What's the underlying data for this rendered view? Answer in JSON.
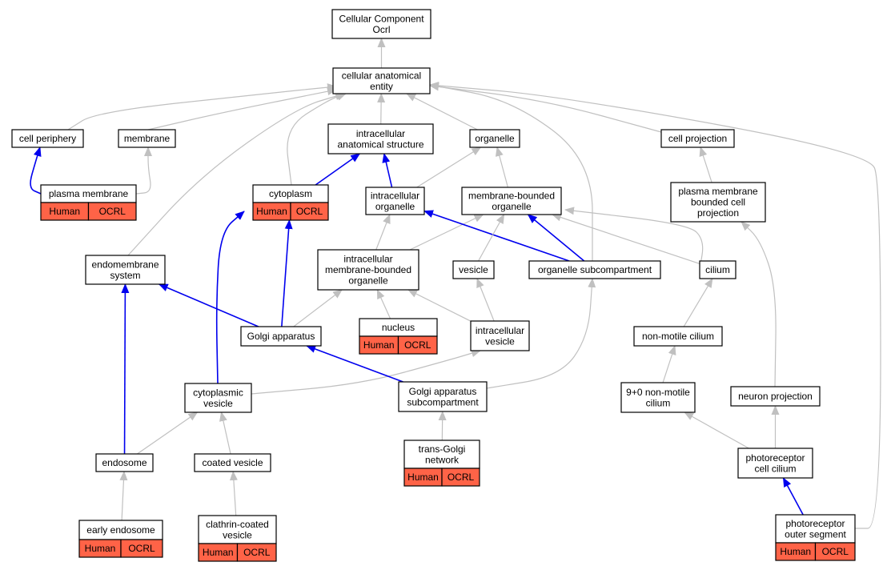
{
  "colors": {
    "edge_is_a": "#c0c0c0",
    "edge_part_of": "#0000ee",
    "annotation_fill": "#ff6347",
    "node_fill": "#ffffff",
    "node_border": "#000000"
  },
  "annotation_labels": {
    "species": "Human",
    "gene": "OCRL"
  },
  "nodes": [
    {
      "id": "root",
      "lines": [
        "Cellular Component",
        "Ocrl"
      ],
      "annotated": false
    },
    {
      "id": "cae",
      "lines": [
        "cellular anatomical",
        "entity"
      ],
      "annotated": false
    },
    {
      "id": "cp",
      "lines": [
        "cell periphery"
      ],
      "annotated": false
    },
    {
      "id": "mem",
      "lines": [
        "membrane"
      ],
      "annotated": false
    },
    {
      "id": "ias",
      "lines": [
        "intracellular",
        "anatomical structure"
      ],
      "annotated": false
    },
    {
      "id": "org",
      "lines": [
        "organelle"
      ],
      "annotated": false
    },
    {
      "id": "cproj",
      "lines": [
        "cell projection"
      ],
      "annotated": false
    },
    {
      "id": "pm",
      "lines": [
        "plasma membrane"
      ],
      "annotated": true
    },
    {
      "id": "cyto",
      "lines": [
        "cytoplasm"
      ],
      "annotated": true
    },
    {
      "id": "io",
      "lines": [
        "intracellular",
        "organelle"
      ],
      "annotated": false
    },
    {
      "id": "mbo",
      "lines": [
        "membrane-bounded",
        "organelle"
      ],
      "annotated": false
    },
    {
      "id": "pmbcp",
      "lines": [
        "plasma membrane",
        "bounded cell",
        "projection"
      ],
      "annotated": false
    },
    {
      "id": "ems",
      "lines": [
        "endomembrane",
        "system"
      ],
      "annotated": false
    },
    {
      "id": "imbo",
      "lines": [
        "intracellular",
        "membrane-bounded",
        "organelle"
      ],
      "annotated": false
    },
    {
      "id": "ves",
      "lines": [
        "vesicle"
      ],
      "annotated": false
    },
    {
      "id": "osc",
      "lines": [
        "organelle subcompartment"
      ],
      "annotated": false
    },
    {
      "id": "cil",
      "lines": [
        "cilium"
      ],
      "annotated": false
    },
    {
      "id": "golgi",
      "lines": [
        "Golgi apparatus"
      ],
      "annotated": false
    },
    {
      "id": "nuc",
      "lines": [
        "nucleus"
      ],
      "annotated": true
    },
    {
      "id": "iv",
      "lines": [
        "intracellular",
        "vesicle"
      ],
      "annotated": false
    },
    {
      "id": "nmc",
      "lines": [
        "non-motile cilium"
      ],
      "annotated": false
    },
    {
      "id": "cv",
      "lines": [
        "cytoplasmic",
        "vesicle"
      ],
      "annotated": false
    },
    {
      "id": "gas",
      "lines": [
        "Golgi apparatus",
        "subcompartment"
      ],
      "annotated": false
    },
    {
      "id": "nmc90",
      "lines": [
        "9+0 non-motile",
        "cilium"
      ],
      "annotated": false
    },
    {
      "id": "np",
      "lines": [
        "neuron projection"
      ],
      "annotated": false
    },
    {
      "id": "endo",
      "lines": [
        "endosome"
      ],
      "annotated": false
    },
    {
      "id": "coat",
      "lines": [
        "coated vesicle"
      ],
      "annotated": false
    },
    {
      "id": "tgn",
      "lines": [
        "trans-Golgi",
        "network"
      ],
      "annotated": true
    },
    {
      "id": "pcc",
      "lines": [
        "photoreceptor",
        "cell cilium"
      ],
      "annotated": false
    },
    {
      "id": "ee",
      "lines": [
        "early endosome"
      ],
      "annotated": true
    },
    {
      "id": "ccv",
      "lines": [
        "clathrin-coated",
        "vesicle"
      ],
      "annotated": true
    },
    {
      "id": "pos",
      "lines": [
        "photoreceptor",
        "outer segment"
      ],
      "annotated": true
    }
  ],
  "edges": [
    {
      "from": "cae",
      "to": "root",
      "type": "is_a"
    },
    {
      "from": "cp",
      "to": "cae",
      "type": "is_a"
    },
    {
      "from": "mem",
      "to": "cae",
      "type": "is_a"
    },
    {
      "from": "ias",
      "to": "cae",
      "type": "is_a"
    },
    {
      "from": "org",
      "to": "cae",
      "type": "is_a"
    },
    {
      "from": "cproj",
      "to": "cae",
      "type": "is_a"
    },
    {
      "from": "cyto",
      "to": "cae",
      "type": "is_a"
    },
    {
      "from": "ems",
      "to": "cae",
      "type": "is_a"
    },
    {
      "from": "osc",
      "to": "cae",
      "type": "is_a"
    },
    {
      "from": "pos",
      "to": "cae",
      "type": "is_a"
    },
    {
      "from": "pm",
      "to": "cp",
      "type": "part_of"
    },
    {
      "from": "pm",
      "to": "mem",
      "type": "is_a"
    },
    {
      "from": "cyto",
      "to": "ias",
      "type": "part_of"
    },
    {
      "from": "io",
      "to": "ias",
      "type": "part_of"
    },
    {
      "from": "io",
      "to": "org",
      "type": "is_a"
    },
    {
      "from": "mbo",
      "to": "org",
      "type": "is_a"
    },
    {
      "from": "pmbcp",
      "to": "cproj",
      "type": "is_a"
    },
    {
      "from": "imbo",
      "to": "io",
      "type": "is_a"
    },
    {
      "from": "imbo",
      "to": "mbo",
      "type": "is_a"
    },
    {
      "from": "osc",
      "to": "io",
      "type": "part_of"
    },
    {
      "from": "osc",
      "to": "mbo",
      "type": "part_of"
    },
    {
      "from": "ves",
      "to": "mbo",
      "type": "is_a"
    },
    {
      "from": "cil",
      "to": "mbo",
      "type": "is_a"
    },
    {
      "from": "cil",
      "to": "pmbcp",
      "type": "is_a"
    },
    {
      "from": "golgi",
      "to": "imbo",
      "type": "is_a"
    },
    {
      "from": "golgi",
      "to": "ems",
      "type": "part_of"
    },
    {
      "from": "golgi",
      "to": "cyto",
      "type": "part_of"
    },
    {
      "from": "nuc",
      "to": "imbo",
      "type": "is_a"
    },
    {
      "from": "iv",
      "to": "imbo",
      "type": "is_a"
    },
    {
      "from": "iv",
      "to": "ves",
      "type": "is_a"
    },
    {
      "from": "nmc",
      "to": "cil",
      "type": "is_a"
    },
    {
      "from": "cv",
      "to": "cyto",
      "type": "part_of"
    },
    {
      "from": "cv",
      "to": "iv",
      "type": "is_a"
    },
    {
      "from": "gas",
      "to": "golgi",
      "type": "part_of"
    },
    {
      "from": "gas",
      "to": "osc",
      "type": "is_a"
    },
    {
      "from": "nmc90",
      "to": "nmc",
      "type": "is_a"
    },
    {
      "from": "np",
      "to": "pmbcp",
      "type": "is_a"
    },
    {
      "from": "endo",
      "to": "ems",
      "type": "part_of"
    },
    {
      "from": "endo",
      "to": "cv",
      "type": "is_a"
    },
    {
      "from": "coat",
      "to": "cv",
      "type": "is_a"
    },
    {
      "from": "tgn",
      "to": "gas",
      "type": "is_a"
    },
    {
      "from": "pcc",
      "to": "nmc90",
      "type": "is_a"
    },
    {
      "from": "pcc",
      "to": "np",
      "type": "is_a"
    },
    {
      "from": "ee",
      "to": "endo",
      "type": "is_a"
    },
    {
      "from": "ccv",
      "to": "coat",
      "type": "is_a"
    },
    {
      "from": "pos",
      "to": "pcc",
      "type": "part_of"
    }
  ]
}
